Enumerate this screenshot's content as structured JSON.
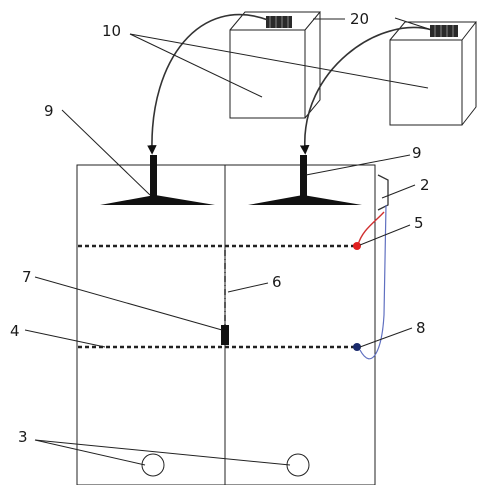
{
  "labels": {
    "l10": "10",
    "l20": "20",
    "l9a": "9",
    "l9b": "9",
    "l2": "2",
    "l5": "5",
    "l7": "7",
    "l6": "6",
    "l4": "4",
    "l8": "8",
    "l3": "3"
  },
  "colors": {
    "line": "#222222",
    "red_marker": "#e02020",
    "blue_marker": "#1a2a6c",
    "wire_red": "#d03030",
    "wire_blue": "#6070c0"
  }
}
